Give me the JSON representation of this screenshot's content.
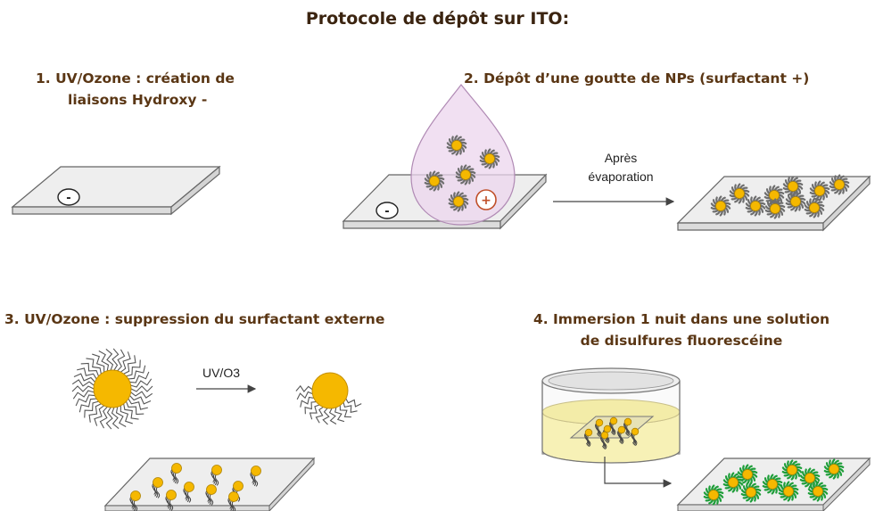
{
  "title": "Protocole de dépôt sur ITO:",
  "steps": [
    {
      "number": "1.",
      "lines": [
        "UV/Ozone : création de",
        "liaisons Hydroxy -"
      ]
    },
    {
      "number": "2.",
      "lines": [
        "Dépôt d’une goutte de NPs (surfactant +)"
      ]
    },
    {
      "number": "3.",
      "lines": [
        "UV/Ozone : suppression du surfactant externe"
      ]
    },
    {
      "number": "4.",
      "lines": [
        "Immersion 1 nuit dans une solution",
        "de disulfures fluorescéine"
      ]
    }
  ],
  "arrow_labels": {
    "evaporation_line1": "Après",
    "evaporation_line2": "évaporation",
    "uv": "UV/O3"
  },
  "charges": {
    "negative": "-",
    "positive": "+"
  },
  "colors": {
    "title": "#3b2410",
    "step_text": "#5a3614",
    "gold_core": "#f5b800",
    "gray_shell": "#6e6e6e",
    "green_shell": "#1f9e3a",
    "drop_fill": "#ecd6ee",
    "solution": "#f7f1b6",
    "positive_charge": "#c0502a"
  }
}
